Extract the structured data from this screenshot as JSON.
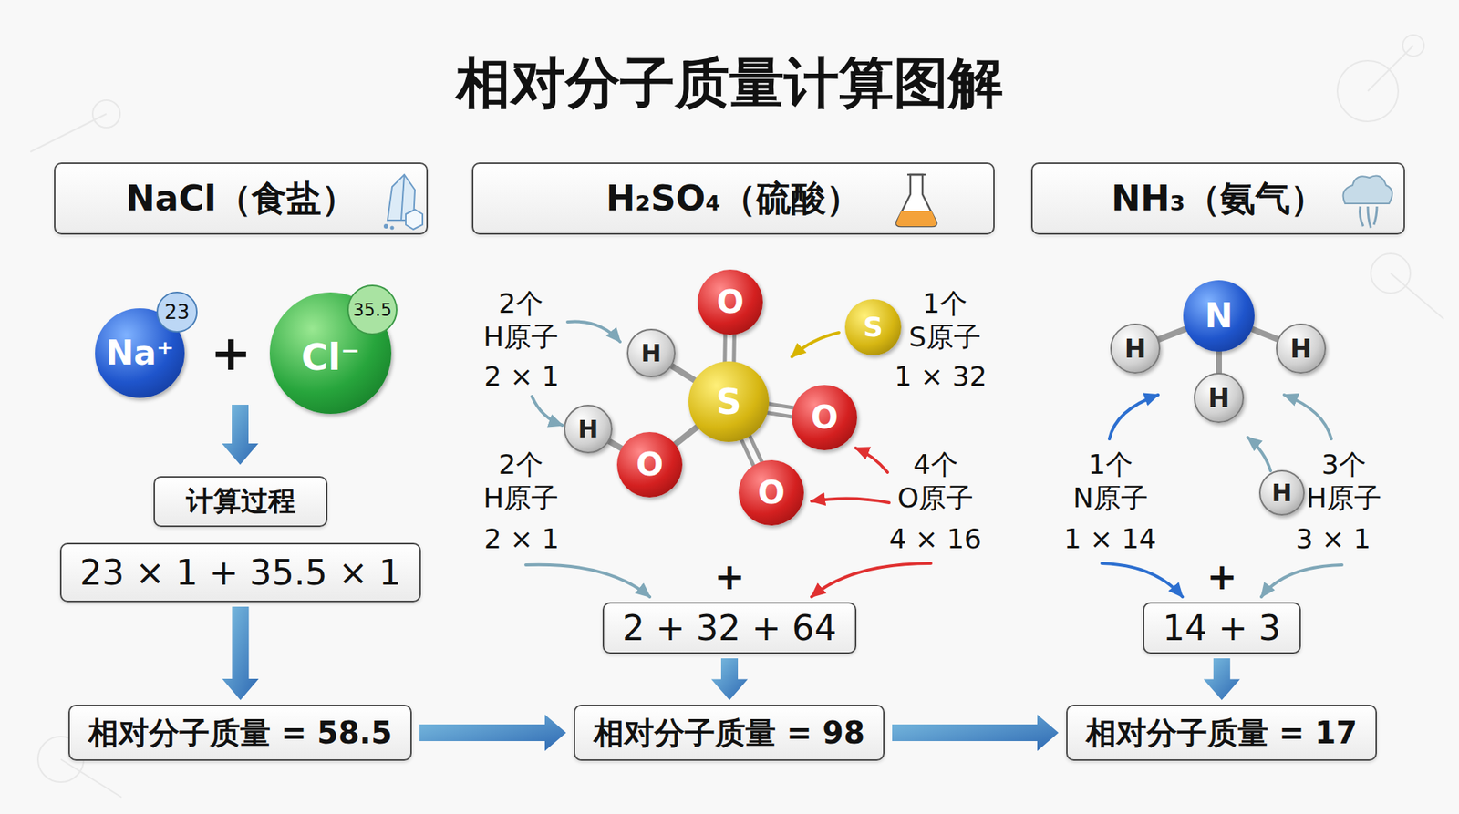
{
  "diagram": {
    "title": "相对分子质量计算图解",
    "nodes": [
      {
        "text": [
          "NaCl（食盐）"
        ]
      },
      {
        "text": [
          "H₂SO₄（硫酸）"
        ]
      },
      {
        "text": [
          "NH₃（氨气）"
        ]
      },
      {
        "text": [
          "Na⁺"
        ]
      },
      {
        "text": [
          "23"
        ]
      },
      {
        "text": [
          "Cl⁻"
        ]
      },
      {
        "text": [
          "35.5"
        ]
      },
      {
        "text": [
          "O"
        ]
      },
      {
        "text": [
          "H"
        ]
      },
      {
        "text": [
          "S"
        ]
      },
      {
        "text": [
          "S"
        ]
      },
      {
        "text": [
          "H"
        ]
      },
      {
        "text": [
          "O"
        ]
      },
      {
        "text": [
          "O"
        ]
      },
      {
        "text": [
          "O"
        ]
      },
      {
        "text": [
          "N"
        ]
      },
      {
        "text": [
          "H"
        ]
      },
      {
        "text": [
          "H"
        ]
      },
      {
        "text": [
          "H"
        ]
      },
      {
        "text": [
          "H"
        ]
      },
      {
        "text": [
          "计算过程"
        ]
      },
      {
        "text": [
          "23 × 1 + 35.5 × 1"
        ]
      },
      {
        "text": [
          "2 + 32 + 64"
        ]
      },
      {
        "text": [
          "14 + 3"
        ]
      },
      {
        "text": [
          "相对分子质量 = 58.5"
        ]
      },
      {
        "text": [
          "相对分子质量 = 98"
        ]
      },
      {
        "text": [
          "相对分子质量 = 17"
        ]
      }
    ],
    "edges": [
      {
        "from": 8,
        "to": 10,
        "arrow": "none"
      },
      {
        "from": 10,
        "to": 7,
        "arrow": "none"
      },
      {
        "from": 10,
        "to": 12,
        "arrow": "none"
      },
      {
        "from": 10,
        "to": 14,
        "arrow": "none"
      },
      {
        "from": 10,
        "to": 13,
        "arrow": "none"
      },
      {
        "from": 13,
        "to": 11,
        "arrow": "none"
      },
      {
        "from": 15,
        "to": 16,
        "arrow": "none"
      },
      {
        "from": 15,
        "to": 17,
        "arrow": "none"
      },
      {
        "from": 15,
        "to": 18,
        "arrow": "none"
      },
      {
        "from": 21,
        "to": 24,
        "arrow": "to"
      },
      {
        "from": 22,
        "to": 25,
        "arrow": "to"
      },
      {
        "from": 23,
        "to": 26,
        "arrow": "to"
      },
      {
        "from": 24,
        "to": 25,
        "arrow": "to"
      },
      {
        "from": 25,
        "to": 26,
        "arrow": "to"
      }
    ],
    "labels": [
      "+",
      "2个 H原子",
      "2 × 1",
      "1个 S原子",
      "1 × 32",
      "2个 H原子",
      "2 × 1",
      "4个 O原子",
      "4 × 16",
      "+",
      "1个 N原子",
      "1 × 14",
      "3个 H原子",
      "3 × 1",
      "+"
    ]
  }
}
